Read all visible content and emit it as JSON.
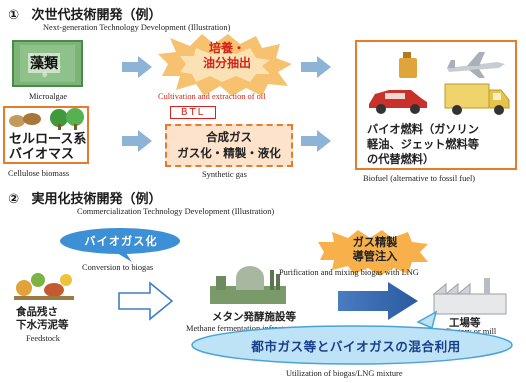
{
  "section1": {
    "number": "①",
    "title_jp": "次世代技術開発（例）",
    "title_en": "Next-generation Technology Development (Illustration)",
    "microalgae_jp": "藻類",
    "microalgae_en": "Microalgae",
    "cultivation_jp_line1": "培養・",
    "cultivation_jp_line2": "油分抽出",
    "cultivation_en": "Cultivation and extraction of oil",
    "cellulose_jp_line1": "セルロース系",
    "cellulose_jp_line2": "バイオマス",
    "cellulose_en": "Cellulose biomass",
    "btl": "BTL",
    "synthetic_jp_line1": "合成ガス",
    "synthetic_jp_line2": "ガス化・精製・液化",
    "synthetic_en": "Synthetic gas",
    "biofuel_jp_line1": "バイオ燃料（ガソリン",
    "biofuel_jp_line2": "軽油、ジェット燃料等",
    "biofuel_jp_line3": "の代替燃料）",
    "biofuel_en": "Biofuel (alternative to fossil fuel)"
  },
  "section2": {
    "number": "②",
    "title_jp": "実用化技術開発（例）",
    "title_en": "Commercialization Technology Development (Illustration)",
    "biogas_jp": "バイオガス化",
    "biogas_en": "Conversion to biogas",
    "feedstock_jp_line1": "食品残さ",
    "feedstock_jp_line2": "下水汚泥等",
    "feedstock_en": "Feedstock",
    "methane_jp": "メタン発酵施設等",
    "methane_en": "Methane fermentation infrastructure",
    "purify_jp_line1": "ガス精製",
    "purify_jp_line2": "導管注入",
    "purify_en": "Purification and mixing biogas with LNG",
    "factory_jp": "工場等",
    "factory_en": "Factory or mill",
    "mixture_jp": "都市ガス等とバイオガスの混合利用",
    "mixture_en": "Utilization of biogas/LNG mixture"
  },
  "colors": {
    "arrow_blue": "#8db3d6",
    "dark_blue": "#2f5fa8",
    "orange_border": "#e87b2a",
    "algae_green": "#6fa86a",
    "callout_blue": "#3d8fd6",
    "burst_orange": "#f7b04a",
    "text_red": "#d4231a"
  }
}
